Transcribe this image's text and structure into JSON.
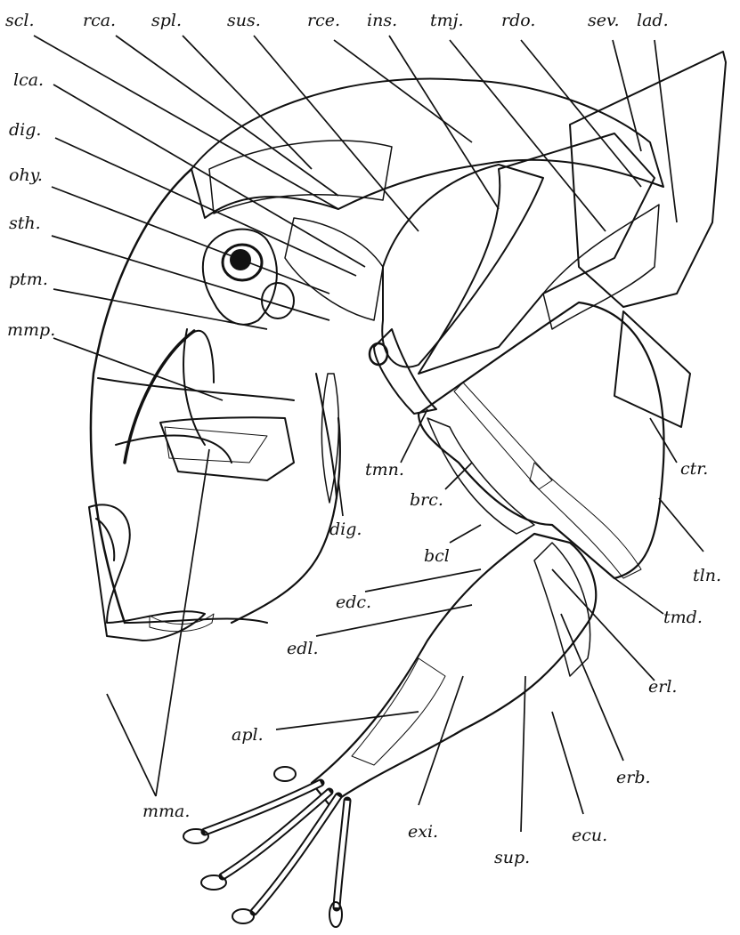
{
  "labels": {
    "scl": "scl.",
    "rca": "rca.",
    "spl": "spl.",
    "sus": "sus.",
    "rce": "rce.",
    "ins": "ins.",
    "tmj": "tmj.",
    "rdo": "rdo.",
    "sev": "sev.",
    "lad": "lad.",
    "lca": "lca.",
    "dig_upper": "dig.",
    "ohy": "ohy.",
    "sth": "sth.",
    "ptm": "ptm.",
    "mmp": "mmp.",
    "tmn": "tmn.",
    "brc": "brc.",
    "dig_lower": "dig.",
    "ctr": "ctr.",
    "bcl": "bcl",
    "tln": "tln.",
    "edc": "edc.",
    "edl": "edl.",
    "tmd": "tmd.",
    "erl": "erl.",
    "mma": "mma.",
    "apl": "apl.",
    "erb": "erb.",
    "exi": "exi.",
    "ecu": "ecu.",
    "sup": "sup."
  }
}
